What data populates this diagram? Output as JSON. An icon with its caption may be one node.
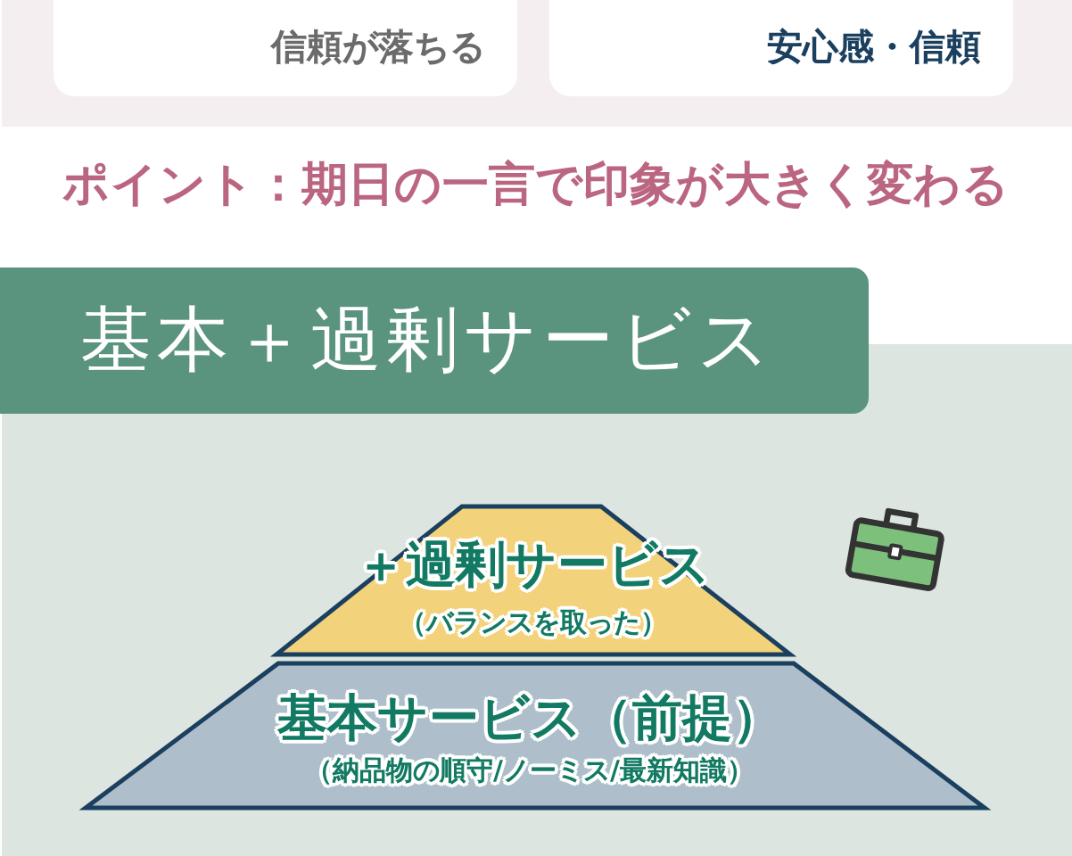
{
  "diagram": {
    "nodes": [
      {
        "text": [
          "信頼が落ちる"
        ]
      },
      {
        "text": [
          "安心感・信頼"
        ]
      },
      {
        "text": [
          "基本＋過剰サービス"
        ]
      },
      {
        "text": [
          "＋過剰サービス",
          "（バランスを取った）"
        ]
      },
      {
        "text": [
          "基本サービス（前提）",
          "（納品物の順守/ノーミス/最新知識）"
        ]
      }
    ],
    "labels": [
      "ポイント：期日の一言で印象が大きく変わる"
    ]
  }
}
